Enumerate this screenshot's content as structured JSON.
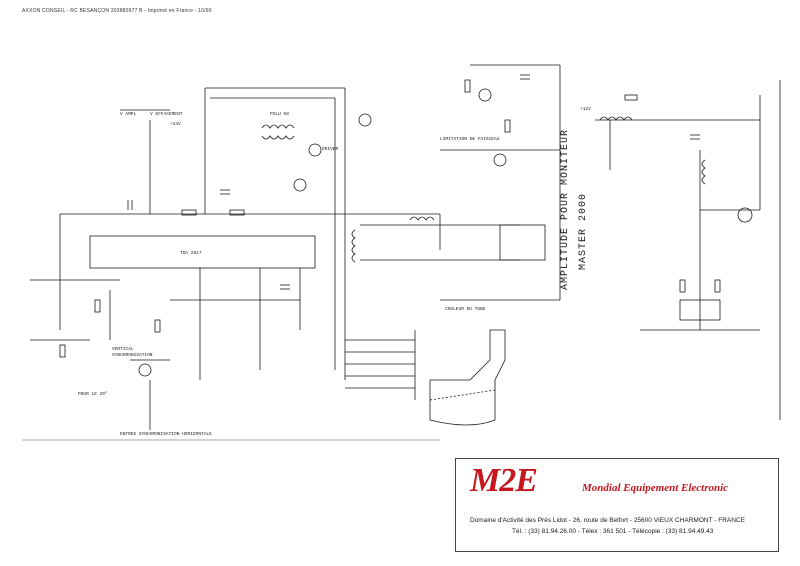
{
  "printer_line": "AXXON CONSEIL - RC BESANÇON 303880977 B - Imprimé en France - 10/90",
  "title_main": "AMPLITUDE POUR MONITEUR",
  "title_sub": "MASTER 2000",
  "logo": "M2E",
  "company_name": "Mondial Equipement Electronic",
  "address": "Domaine d'Activité des Prés Lidot - 26, route de Belfort - 25600 VIEUX CHARMONT - FRANCE",
  "phone": "Tél. : (33) 81.94.26.00 - Télex : 361 501 - Télécopie : (33) 81.94.49.43",
  "labels": {
    "ic_main": "TDA 2817",
    "tube_label": "COULEUR DU TUBE",
    "driver": "DRIVER",
    "limitation": "LIMITATION DE FAISCEAU",
    "amp_ref": "PGLU 58",
    "vertical": "VERTICAL",
    "sync": "SYNCHRONISATION",
    "plus12": "+12V",
    "plus24": "+24V",
    "entree": "ENTREE SYNCHRONISATION HORIZONTALE",
    "v_ampl": "V AMPL",
    "v_effacement": "V EFFACEMENT",
    "pour_le_29": "POUR LE 29\""
  },
  "colors": {
    "brand_red": "#c4171f",
    "ink": "#1a1a1a"
  }
}
